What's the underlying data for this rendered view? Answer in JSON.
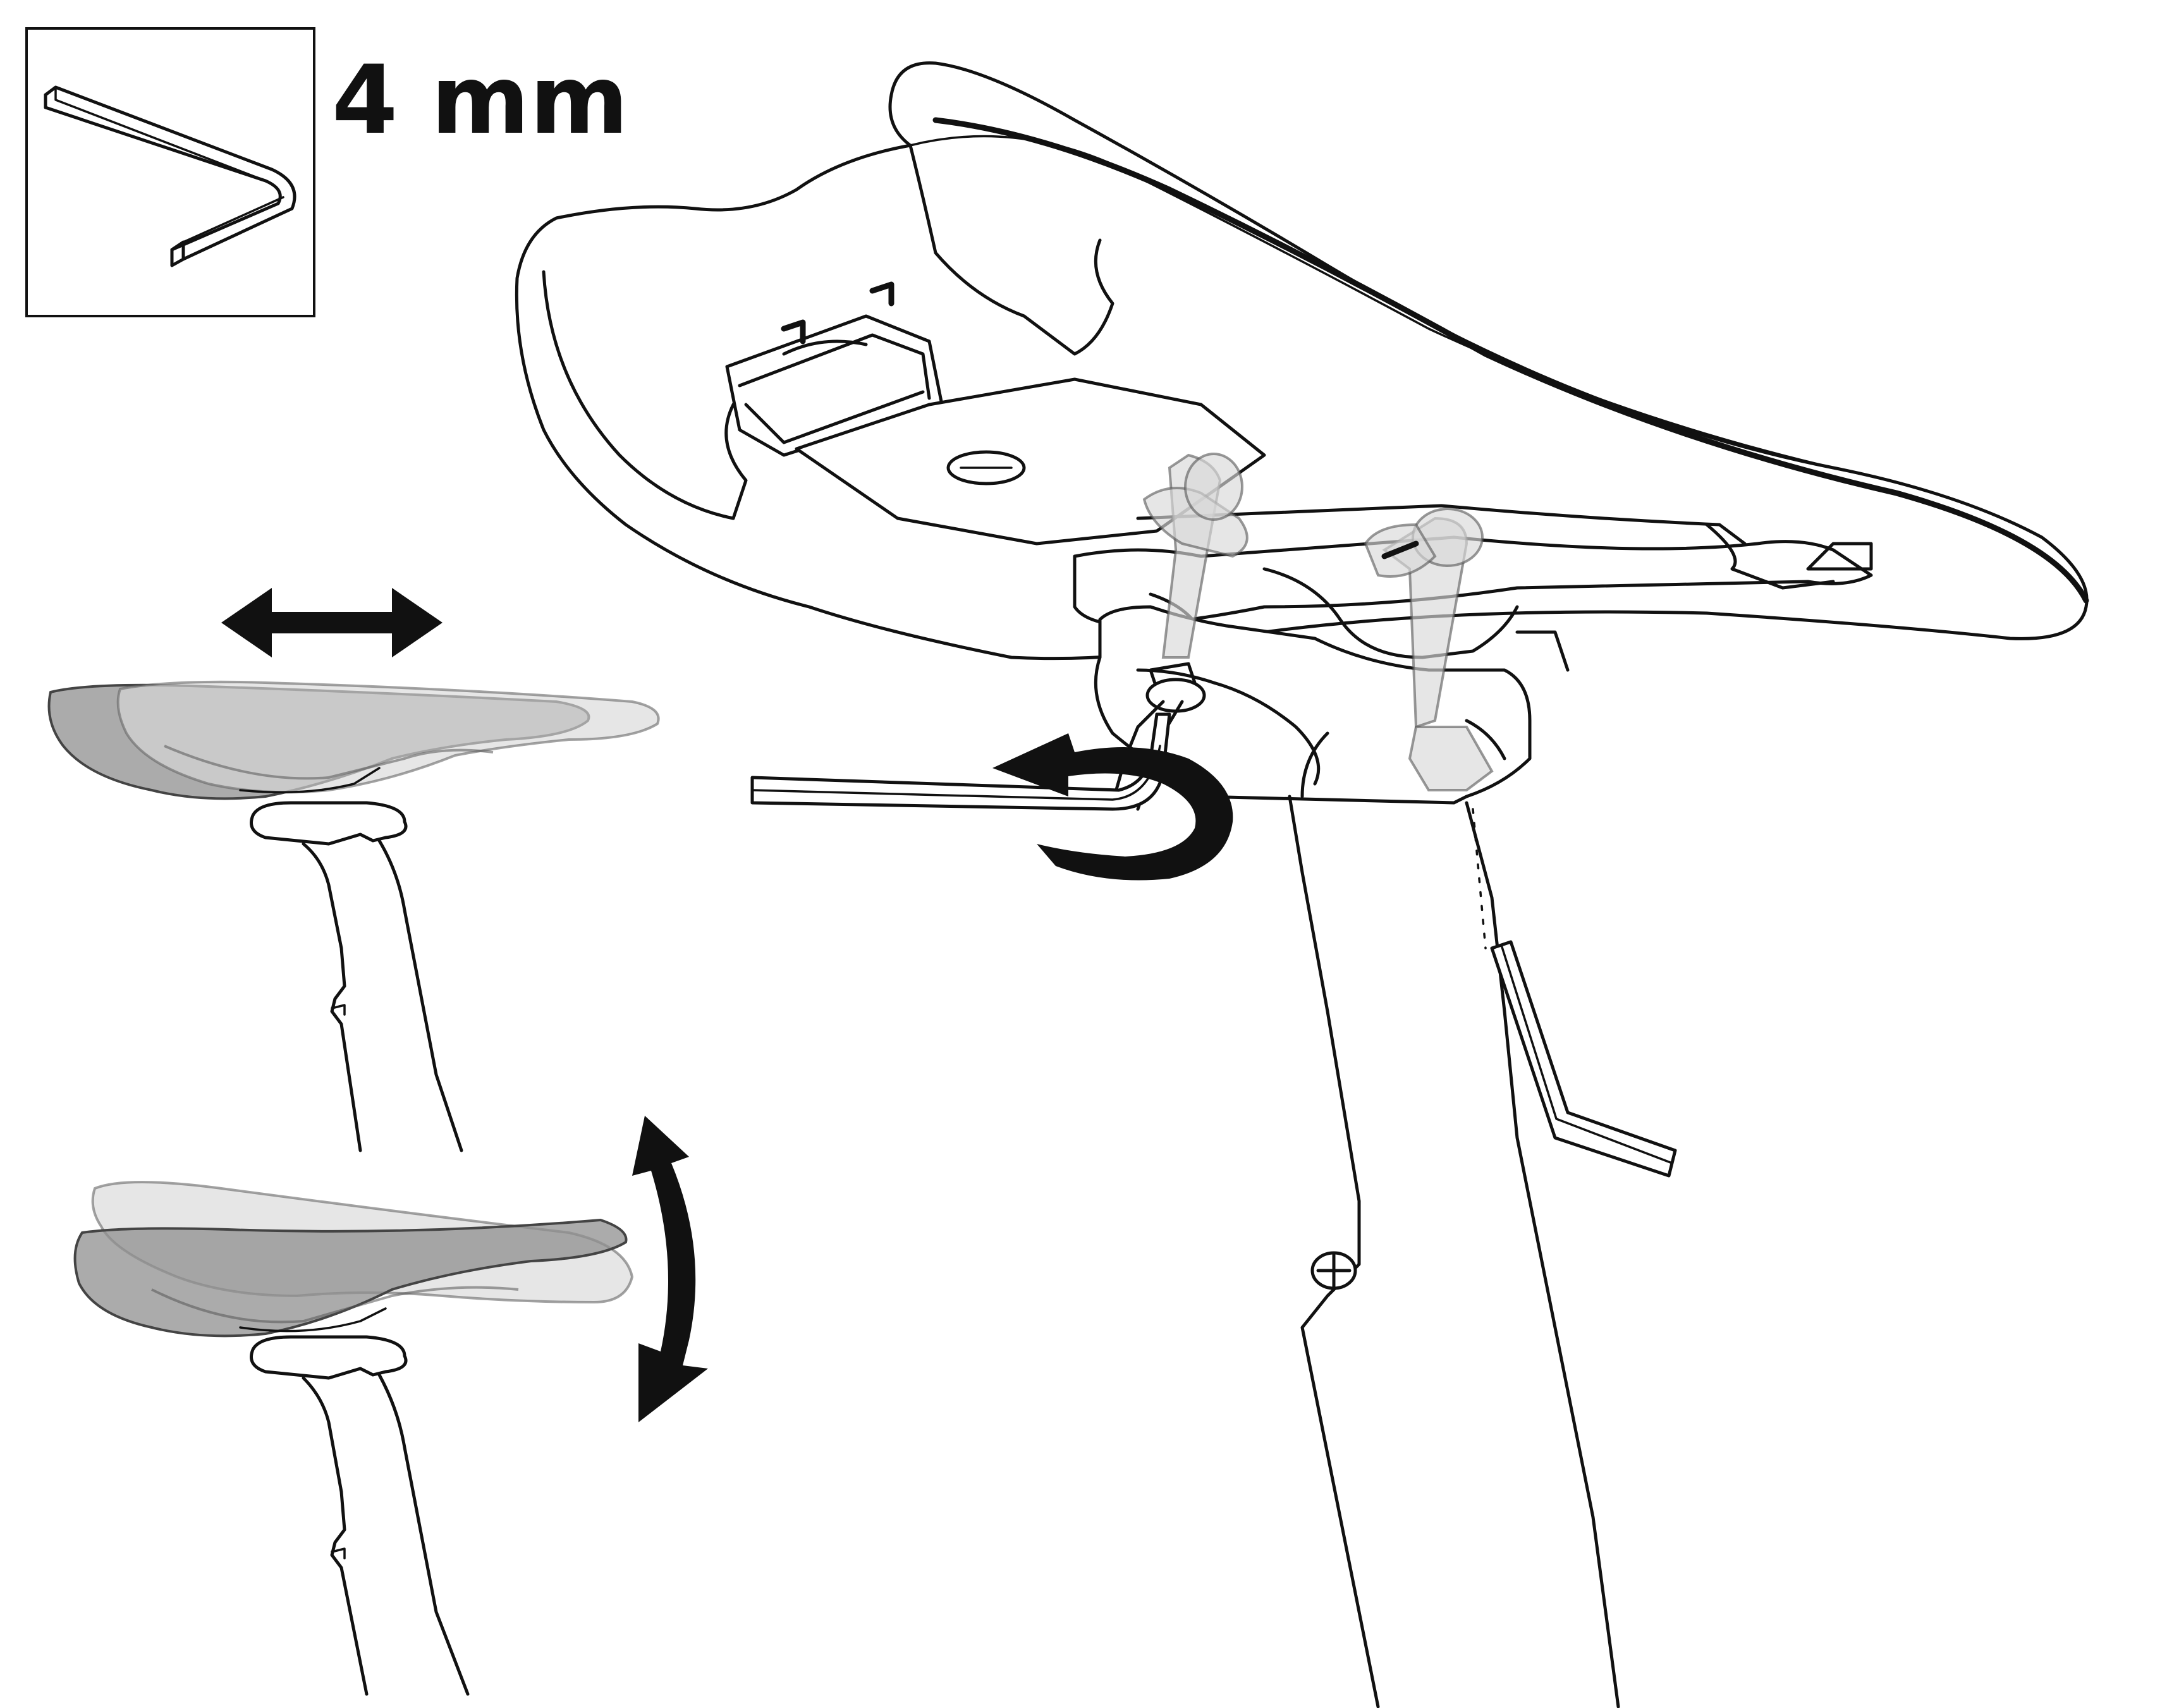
{
  "tool": {
    "label": "4 mm",
    "icon": "hex-key-icon"
  },
  "figures": {
    "main": "saddle-clamp-adjustment",
    "top_left": "saddle-fore-aft-adjustment",
    "bottom_left": "saddle-tilt-adjustment"
  },
  "arrows": {
    "fore_aft": "double-horizontal-arrow-icon",
    "tilt": "curved-double-arrow-icon",
    "rotate": "rotate-counterclockwise-arrow-icon"
  },
  "colors": {
    "line": "#111111",
    "ghost": "#d9d9d9",
    "background": "#ffffff"
  }
}
